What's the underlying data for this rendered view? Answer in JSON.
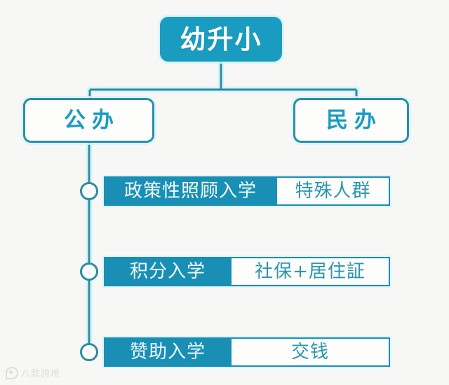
{
  "diagram": {
    "title": "幼升小",
    "root": {
      "label": "幼升小",
      "fill": "#1a9cc0",
      "text_color": "#ffffff"
    },
    "branches": [
      {
        "id": "public",
        "label": "公办",
        "fill": "#fdfdfc",
        "text_color": "#1a9cc0",
        "border": "#2a8fa6"
      },
      {
        "id": "private",
        "label": "民办",
        "fill": "#fdfdfc",
        "text_color": "#1a9cc0",
        "border": "#2a8fa6"
      }
    ],
    "public_items": [
      {
        "label": "政策性照顾入学",
        "value": "特殊人群"
      },
      {
        "label": "积分入学",
        "value": "社保+居住証"
      },
      {
        "label": "赞助入学",
        "value": "交钱"
      }
    ],
    "colors": {
      "background": "#f7f7f5",
      "accent": "#1a9cc0",
      "label_fill": "#1a8fb5",
      "line": "#2f8ca0",
      "glow": "#d6f4fa"
    },
    "watermark": {
      "text": "八款跨境",
      "icon": "owl-logo-icon"
    }
  }
}
